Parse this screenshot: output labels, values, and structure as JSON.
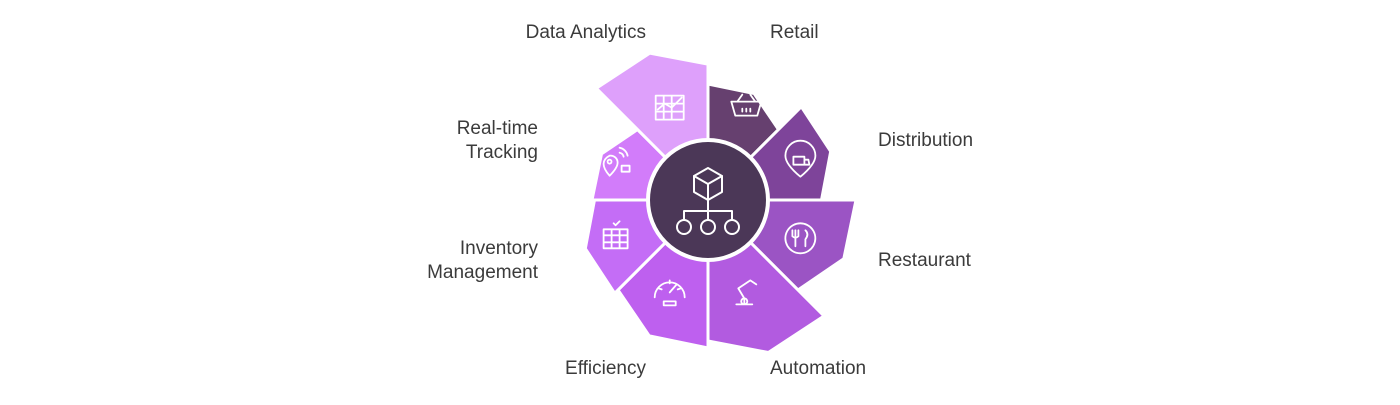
{
  "segments": [
    {
      "key": "retail",
      "label_lines": [
        "Retail"
      ],
      "icon": "shopping-basket-icon",
      "color": "#66406f"
    },
    {
      "key": "distribution",
      "label_lines": [
        "Distribution"
      ],
      "icon": "delivery-location-icon",
      "color": "#7e449a"
    },
    {
      "key": "restaurant",
      "label_lines": [
        "Restaurant"
      ],
      "icon": "restaurant-utensils-icon",
      "color": "#9b54c4"
    },
    {
      "key": "automation",
      "label_lines": [
        "Automation"
      ],
      "icon": "robotic-arm-icon",
      "color": "#b25be0"
    },
    {
      "key": "efficiency",
      "label_lines": [
        "Efficiency"
      ],
      "icon": "speedometer-icon",
      "color": "#be60ef"
    },
    {
      "key": "inventory",
      "label_lines": [
        "Inventory",
        "Management"
      ],
      "icon": "inventory-shelf-icon",
      "color": "#c46df6"
    },
    {
      "key": "tracking",
      "label_lines": [
        "Real-time",
        "Tracking"
      ],
      "icon": "location-tracking-icon",
      "color": "#d27cfa"
    },
    {
      "key": "analytics",
      "label_lines": [
        "Data Analytics"
      ],
      "icon": "bar-chart-icon",
      "color": "#dea0fb"
    }
  ],
  "hub": {
    "icon": "cube-network-icon",
    "color": "#4b3757"
  }
}
